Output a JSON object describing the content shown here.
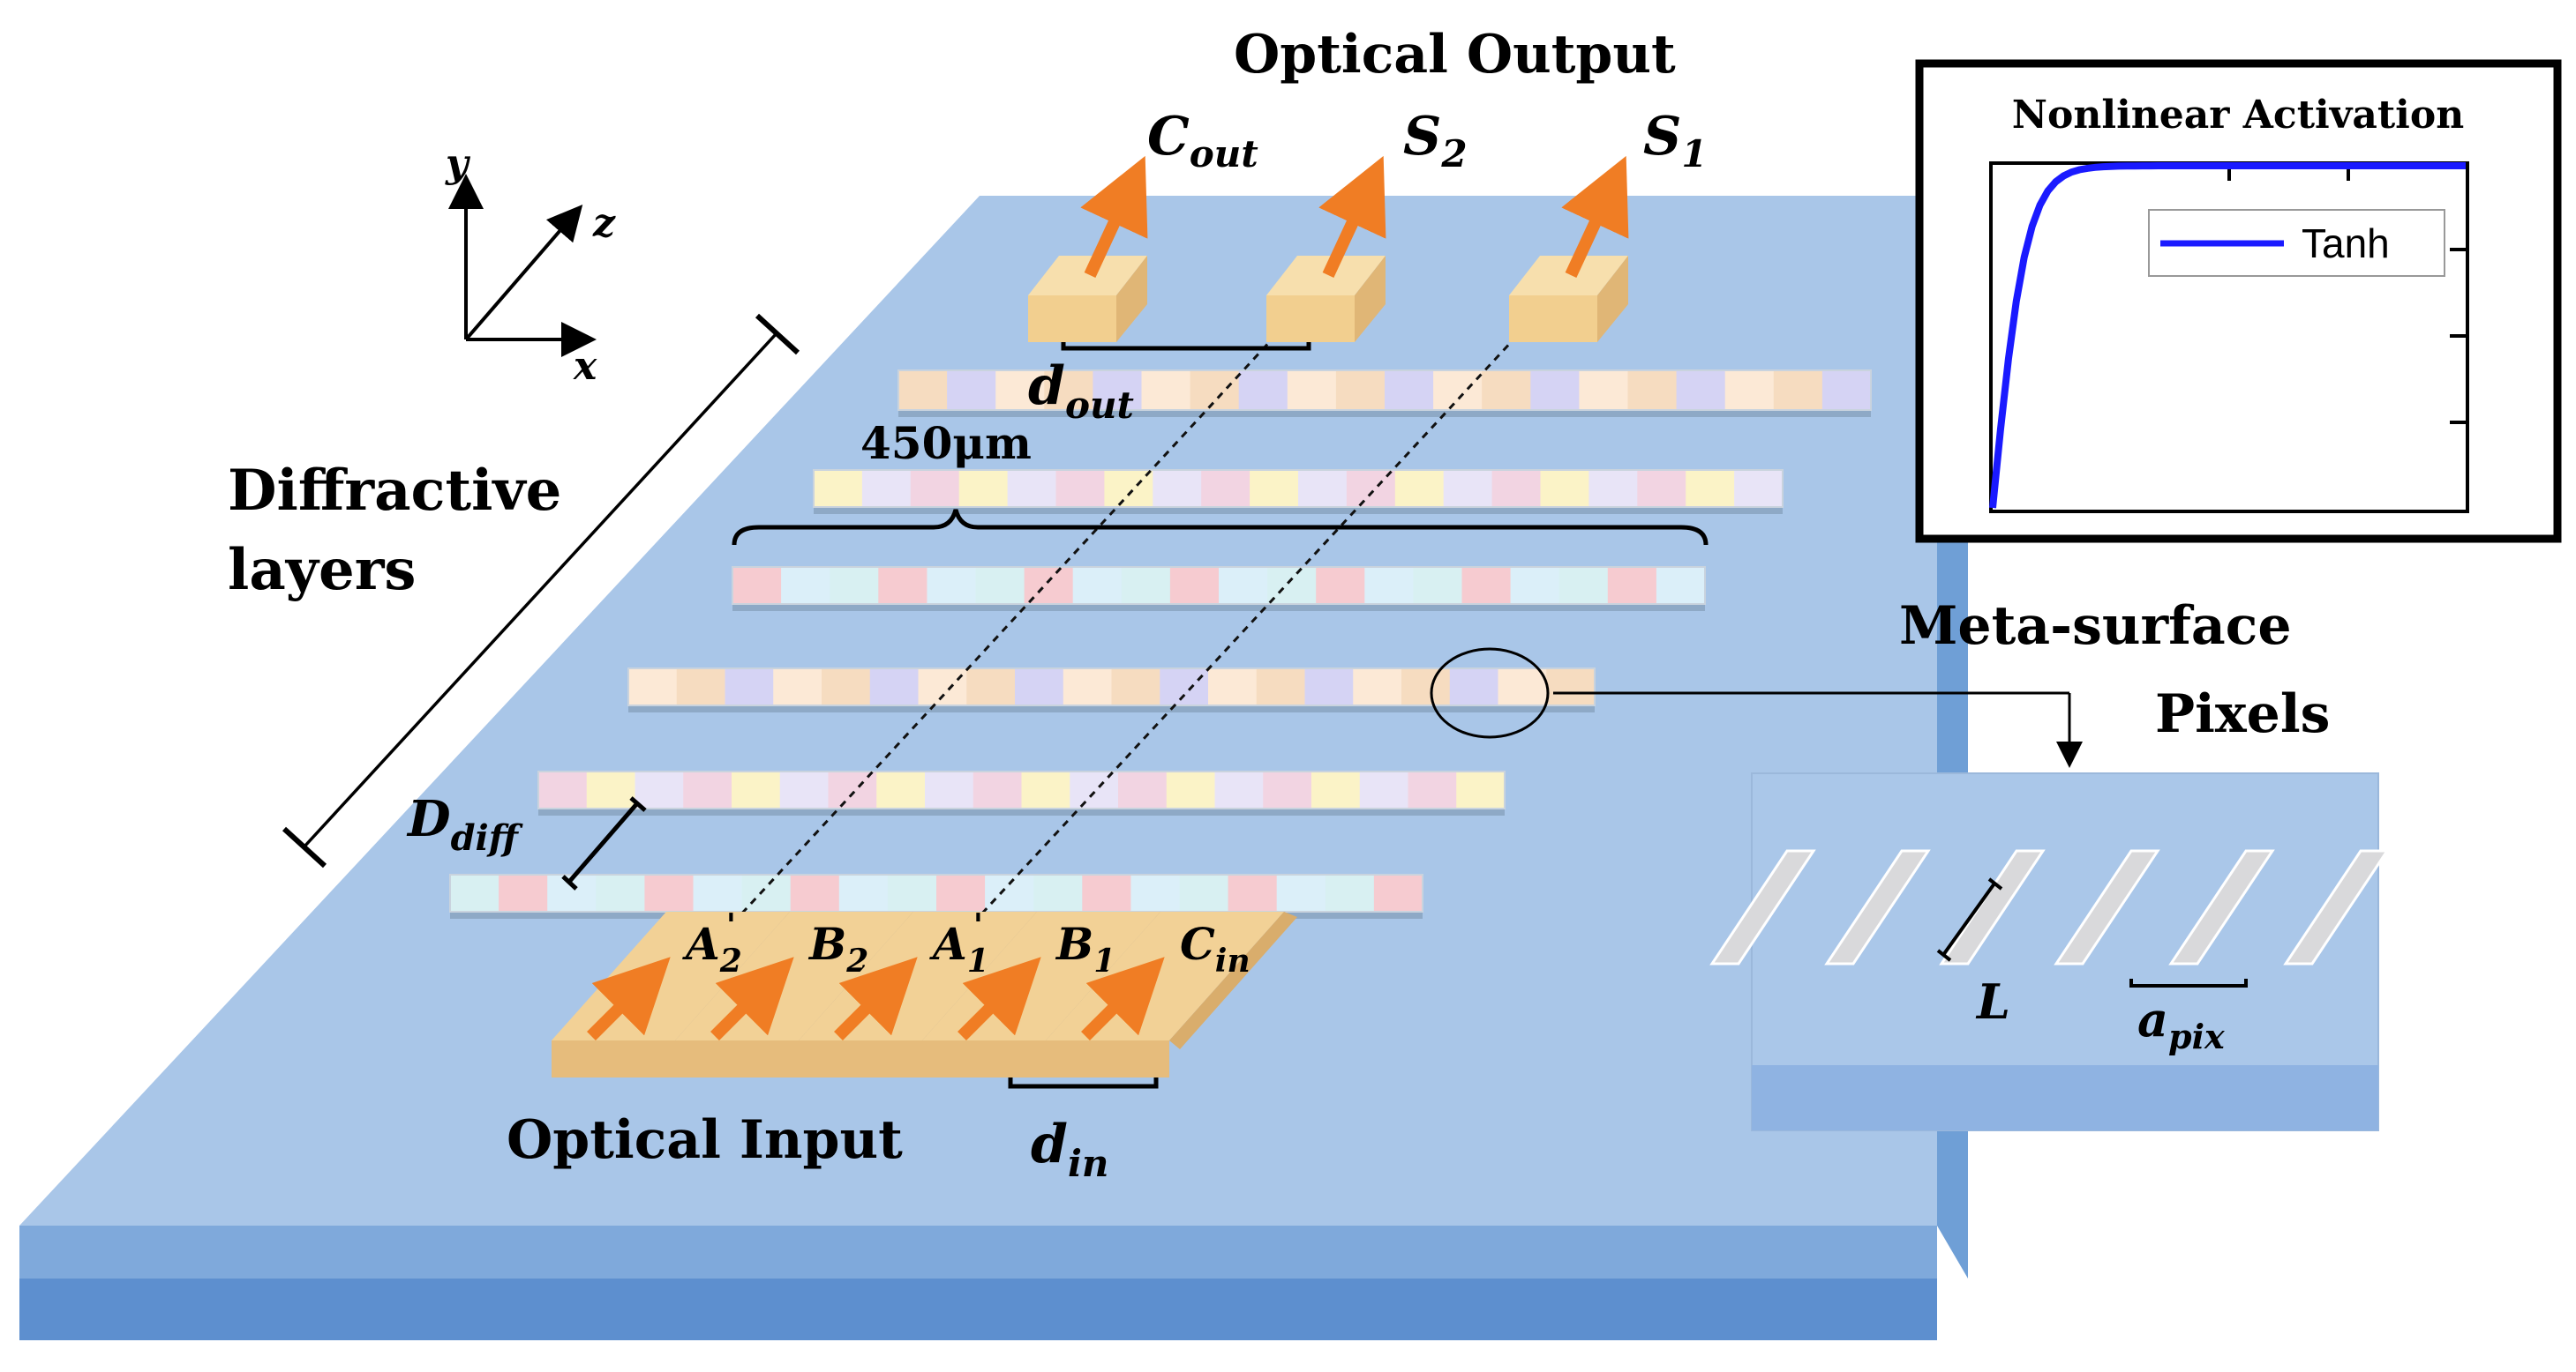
{
  "labels": {
    "optical_output": "Optical Output",
    "optical_input": "Optical Input",
    "diffractive_layers_line1": "Diffractive",
    "diffractive_layers_line2": "layers",
    "distance_450": "450μm",
    "meta_surface_line1": "Meta-surface",
    "meta_surface_line2": "Pixels"
  },
  "axes": {
    "y": "y",
    "z": "z",
    "x": "x"
  },
  "outputs": [
    {
      "base": "C",
      "sub": "out"
    },
    {
      "base": "S",
      "sub": "2"
    },
    {
      "base": "S",
      "sub": "1"
    }
  ],
  "inputs": [
    {
      "base": "A",
      "sub": "2",
      "prime": "'"
    },
    {
      "base": "B",
      "sub": "2",
      "prime": ""
    },
    {
      "base": "A",
      "sub": "1",
      "prime": "'"
    },
    {
      "base": "B",
      "sub": "1",
      "prime": ""
    },
    {
      "base": "C",
      "sub": "in",
      "prime": ""
    }
  ],
  "symbols": {
    "d_out": {
      "base": "d",
      "sub": "out"
    },
    "d_in": {
      "base": "d",
      "sub": "in"
    },
    "D_diff": {
      "base": "D",
      "sub": "diff"
    },
    "L": "L",
    "a_pix": {
      "base": "a",
      "sub": "pix"
    }
  },
  "inset": {
    "title": "Nonlinear Activation",
    "legend": "Tanh",
    "curve_color": "#1a1aff"
  },
  "colors": {
    "substrate_top": "#a9c6e8",
    "substrate_front": "#6f9fd6",
    "waveguide": "#f2d196",
    "arrow": "#f07d24"
  }
}
